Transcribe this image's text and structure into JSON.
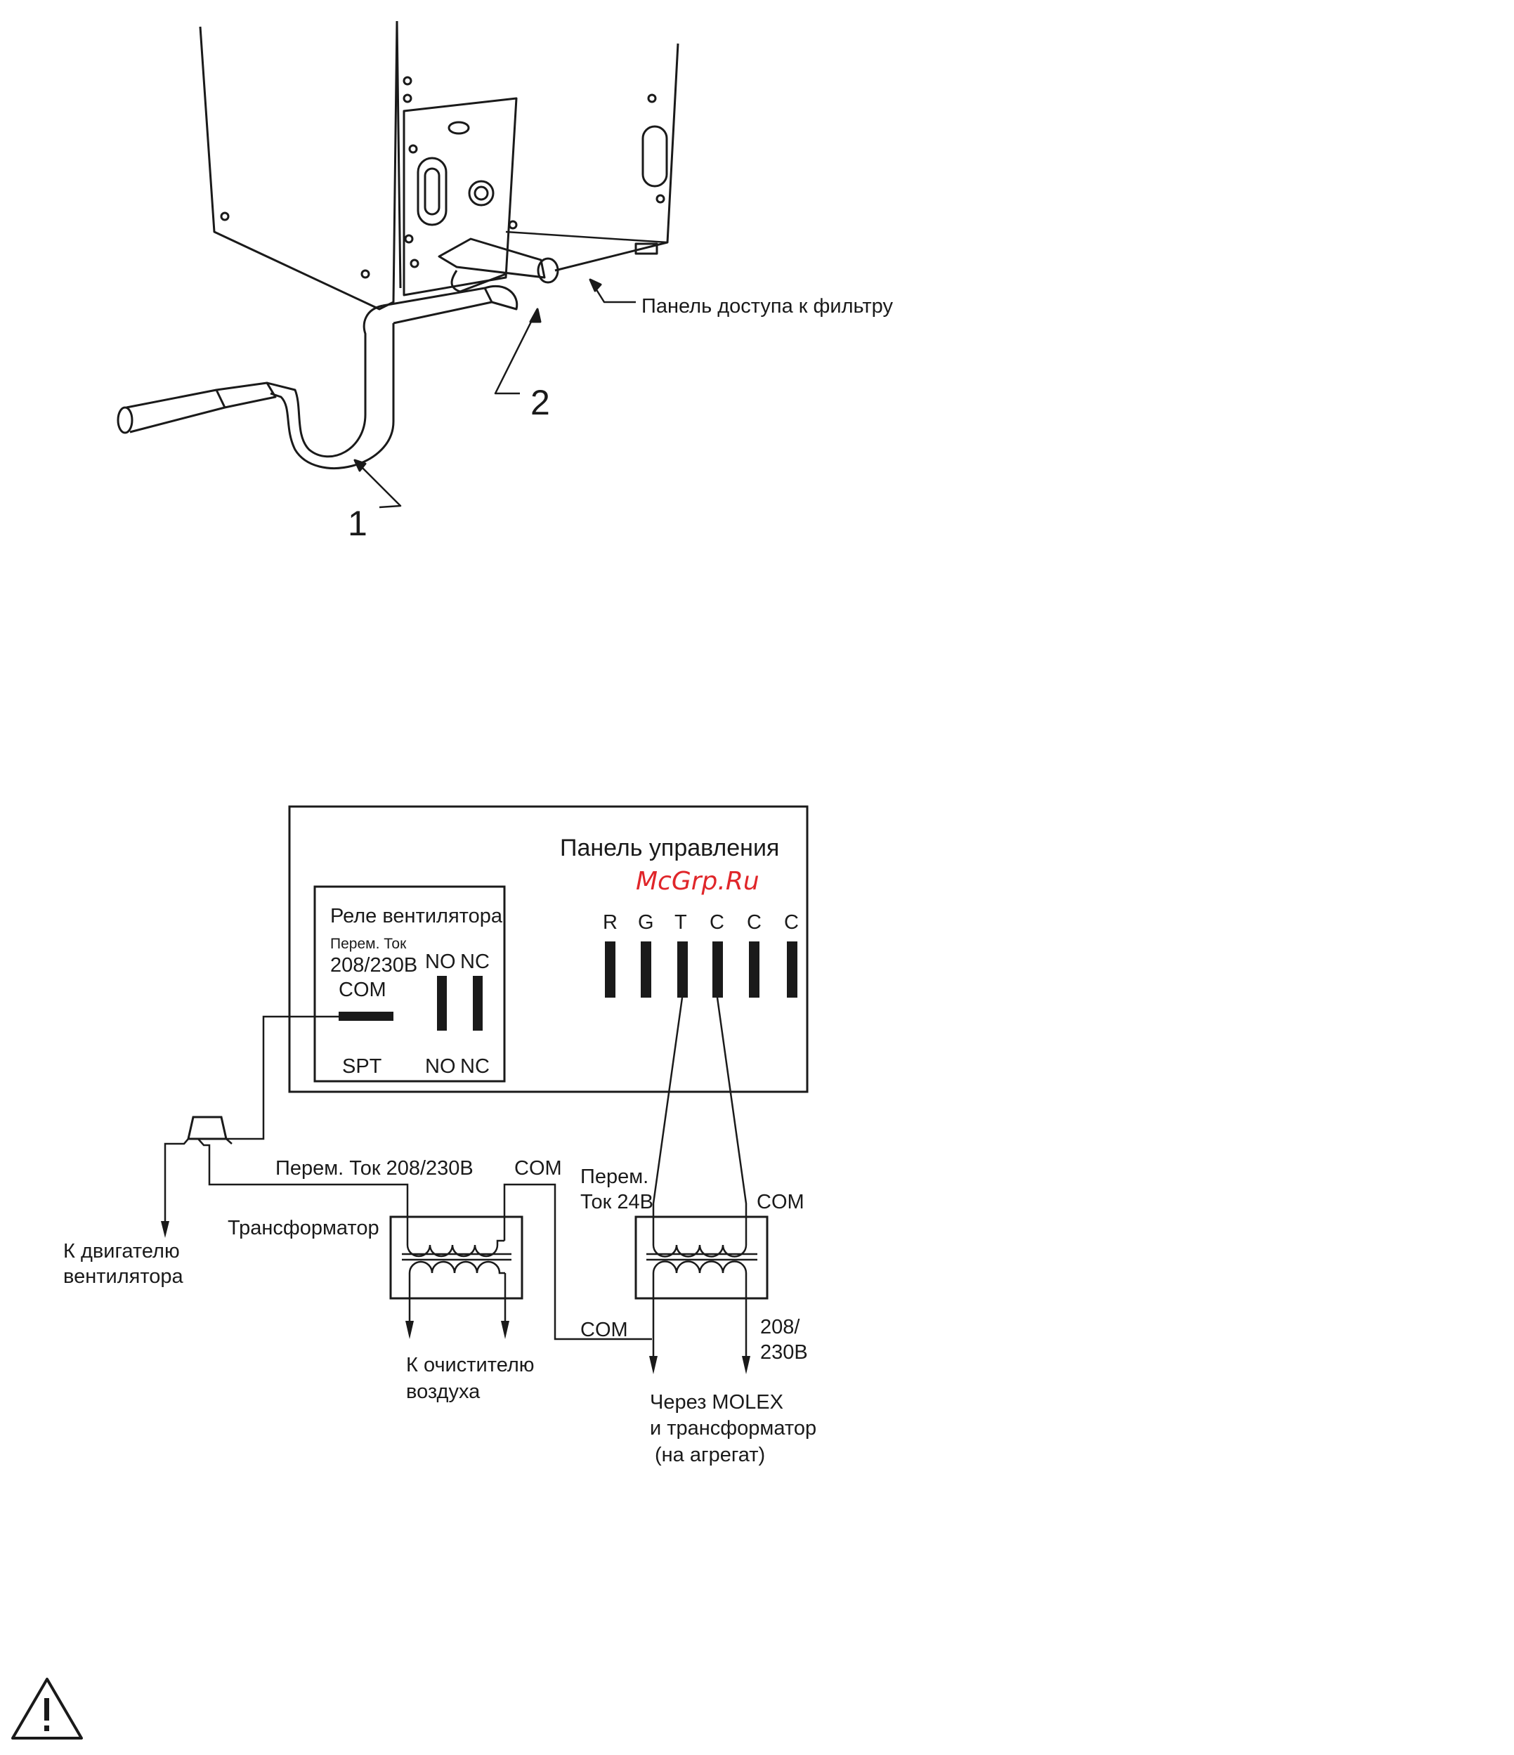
{
  "illustration": {
    "callout_1": "1",
    "callout_2": "2",
    "filter_panel_label": "Панель доступа к фильтру"
  },
  "wiring": {
    "control_panel_title": "Панель управления",
    "watermark": "McGrp.Ru",
    "fan_relay": {
      "title": "Реле вентилятора",
      "ac_label": "Перем. Ток",
      "voltage": "208/230В",
      "com": "COM",
      "no_top": "NO",
      "nc_top": "NC",
      "spt": "SPT",
      "no_bottom": "NO",
      "nc_bottom": "NC"
    },
    "terminals": [
      "R",
      "G",
      "T",
      "C",
      "C",
      "C"
    ],
    "labels": {
      "ac_208_230": "Перем. Ток 208/230В",
      "com_top_left": "COM",
      "transformer": "Трансформатор",
      "to_fan_motor_1": "К двигателю",
      "to_fan_motor_2": "вентилятора",
      "to_air_cleaner_1": "К очистителю",
      "to_air_cleaner_2": "воздуха",
      "ac_24_1": "Перем.",
      "ac_24_2": "Ток 24В",
      "com_right": "COM",
      "com_bottom": "COM",
      "v208_1": "208/",
      "v208_2": "230В",
      "molex_1": "Через MOLEX",
      "molex_2": "и трансформатор",
      "molex_3": "(на агрегат)"
    }
  },
  "warning_icon": "warning-triangle-icon"
}
